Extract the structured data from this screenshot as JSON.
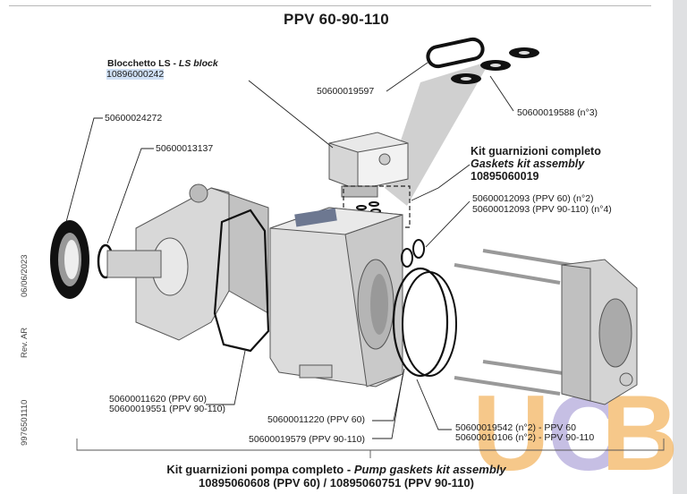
{
  "page": {
    "title": "PPV 60-90-110",
    "side_date": "06/06/2023",
    "side_rev": "Rev. AR",
    "side_doc": "9976501110"
  },
  "labels": {
    "ls_block_it": "Blocchetto LS - ",
    "ls_block_en": "LS block",
    "ls_block_code": "10896000242",
    "p50600019597": "50600019597",
    "p50600019588": "50600019588 (n°3)",
    "kit_title_it": "Kit guarnizioni completo",
    "kit_title_en": "Gaskets kit assembly",
    "kit_code": "10895060019",
    "p50600024272": "50600024272",
    "p50600013137": "50600013137",
    "p12093_60": "50600012093 (PPV 60) (n°2)",
    "p12093_90": "50600012093 (PPV 90-110) (n°4)",
    "p11620": "50600011620 (PPV 60)",
    "p19551": "50600019551 (PPV 90-110)",
    "p11220": "50600011220 (PPV 60)",
    "p19579": "50600019579 (PPV 90-110)",
    "p19542": "50600019542 (n°2) - PPV 60",
    "p10106": "50600010106 (n°2) - PPV 90-110",
    "pump_kit_it": "Kit guarnizioni pompa completo - ",
    "pump_kit_en": "Pump gaskets kit assembly",
    "pump_kit_codes": "10895060608 (PPV 60) / 10895060751 (PPV 90-110)"
  },
  "watermark": {
    "text": "UCB",
    "color": "#f3b25a"
  }
}
